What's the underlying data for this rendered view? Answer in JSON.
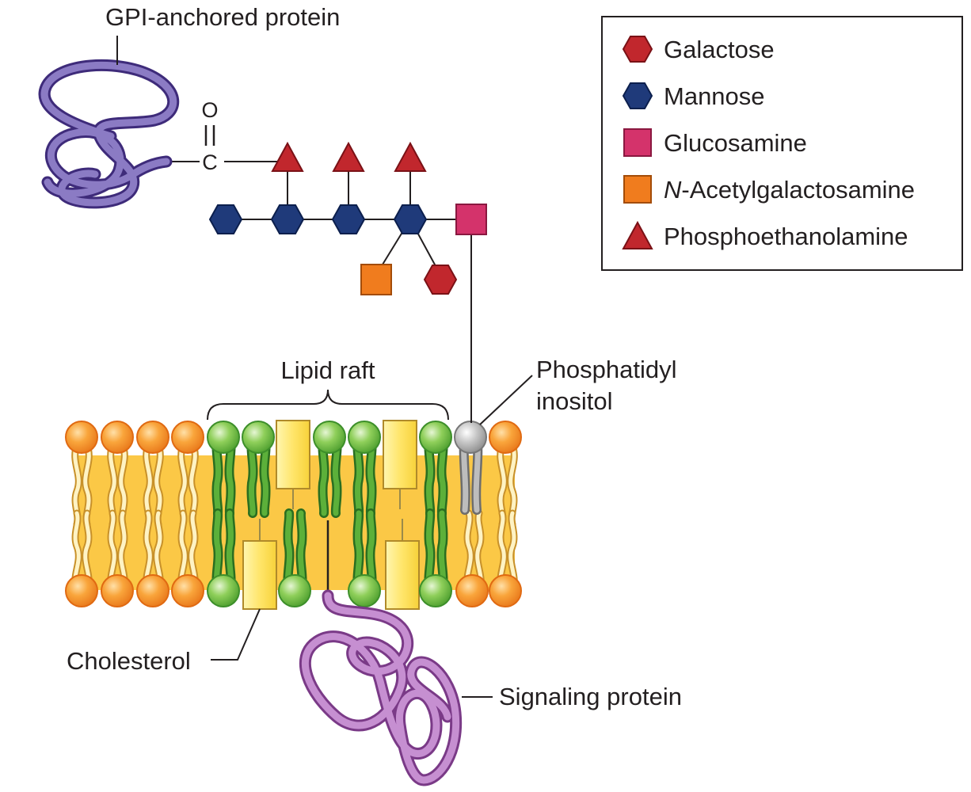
{
  "labels": {
    "gpi_protein": "GPI-anchored protein",
    "lipid_raft": "Lipid raft",
    "phosphatidyl_line1": "Phosphatidyl",
    "phosphatidyl_line2": "inositol",
    "cholesterol": "Cholesterol",
    "signaling_protein": "Signaling protein",
    "carbonyl_o": "O",
    "carbonyl_c": "C"
  },
  "legend": {
    "items": [
      {
        "shape": "hexagon",
        "color": "#c1272d",
        "label": "Galactose"
      },
      {
        "shape": "hexagon",
        "color": "#1f3a7a",
        "label": "Mannose"
      },
      {
        "shape": "square",
        "color": "#d4336b",
        "label": "Glucosamine"
      },
      {
        "shape": "square",
        "color": "#f07c1e",
        "label_prefix": "N",
        "label": "-Acetylgalactosamine"
      },
      {
        "shape": "triangle",
        "color": "#c1272d",
        "label": "Phosphoethanolamine"
      }
    ]
  },
  "colors": {
    "galactose": "#c1272d",
    "mannose": "#1f3a7a",
    "glucosamine": "#d4336b",
    "acetylgalactosamine": "#f07c1e",
    "phosphoethanolamine": "#c1272d",
    "membrane_core": "#fbc846",
    "lipid_head": "#f7941d",
    "raft_head": "#7ac143",
    "raft_tail": "#3f9b35",
    "pi_head": "#b3b3b3",
    "cholesterol": "#ffe36e",
    "gpi_protein": "#8b7bc4",
    "signaling_protein": "#b676c4"
  }
}
